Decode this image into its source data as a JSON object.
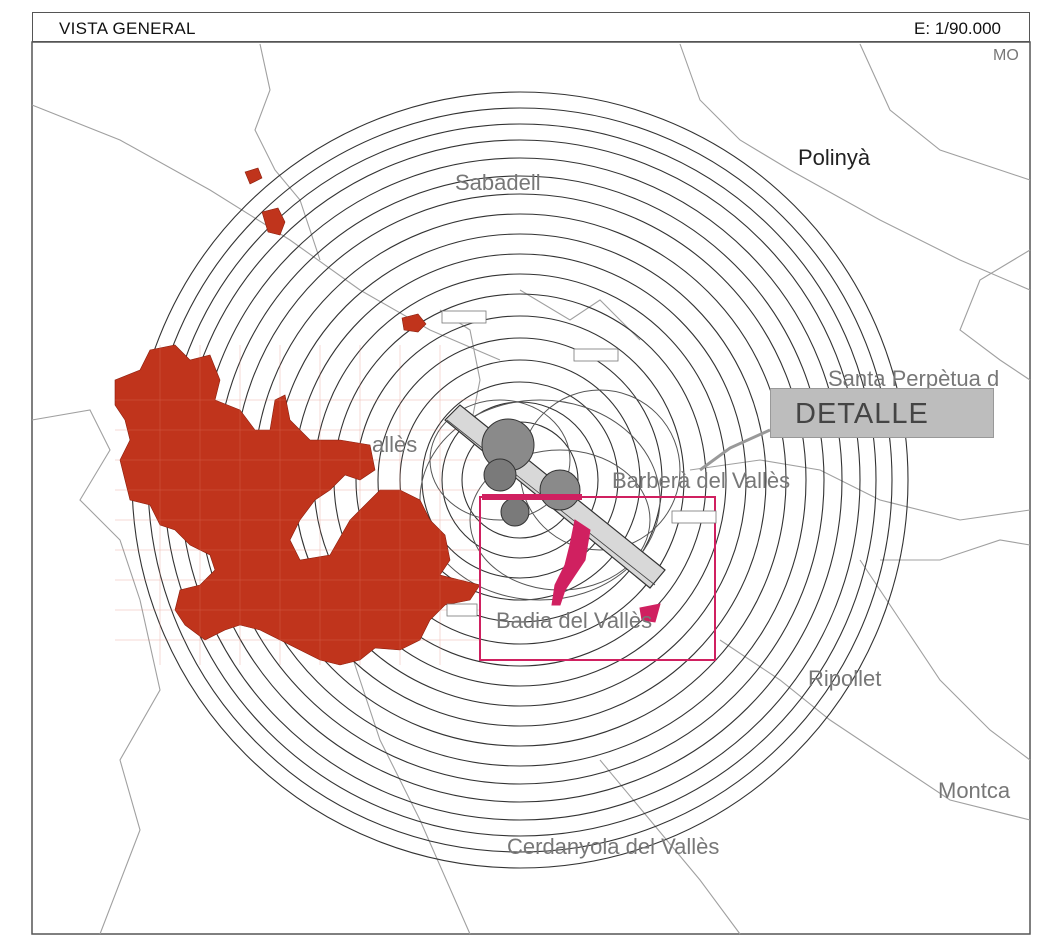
{
  "header": {
    "title": "VISTA GENERAL",
    "scale": "E: 1/90.000"
  },
  "callout": {
    "label": "DETALLE"
  },
  "places": [
    {
      "id": "sabadell",
      "name": "Sabadell"
    },
    {
      "id": "polinya",
      "name": "Polinyà"
    },
    {
      "id": "santa-perpetua",
      "name": "Santa Perpètua d"
    },
    {
      "id": "barbera",
      "name": "Barberà del Vallès"
    },
    {
      "id": "badia",
      "name": "Badia del Vallès"
    },
    {
      "id": "ripollet",
      "name": "Ripollet"
    },
    {
      "id": "montcada",
      "name": "Montca"
    },
    {
      "id": "cerdanyola",
      "name": "Cerdanyola del Vallès"
    },
    {
      "id": "valles-fragment",
      "name": "allès"
    },
    {
      "id": "mo-fragment",
      "name": "MO"
    }
  ],
  "colors": {
    "hazard_fill": "#c0341c",
    "detail_frame": "#d02060",
    "contour": "#333333",
    "boundary": "#9a9a9a",
    "callout_bg": "#bdbdbd"
  }
}
